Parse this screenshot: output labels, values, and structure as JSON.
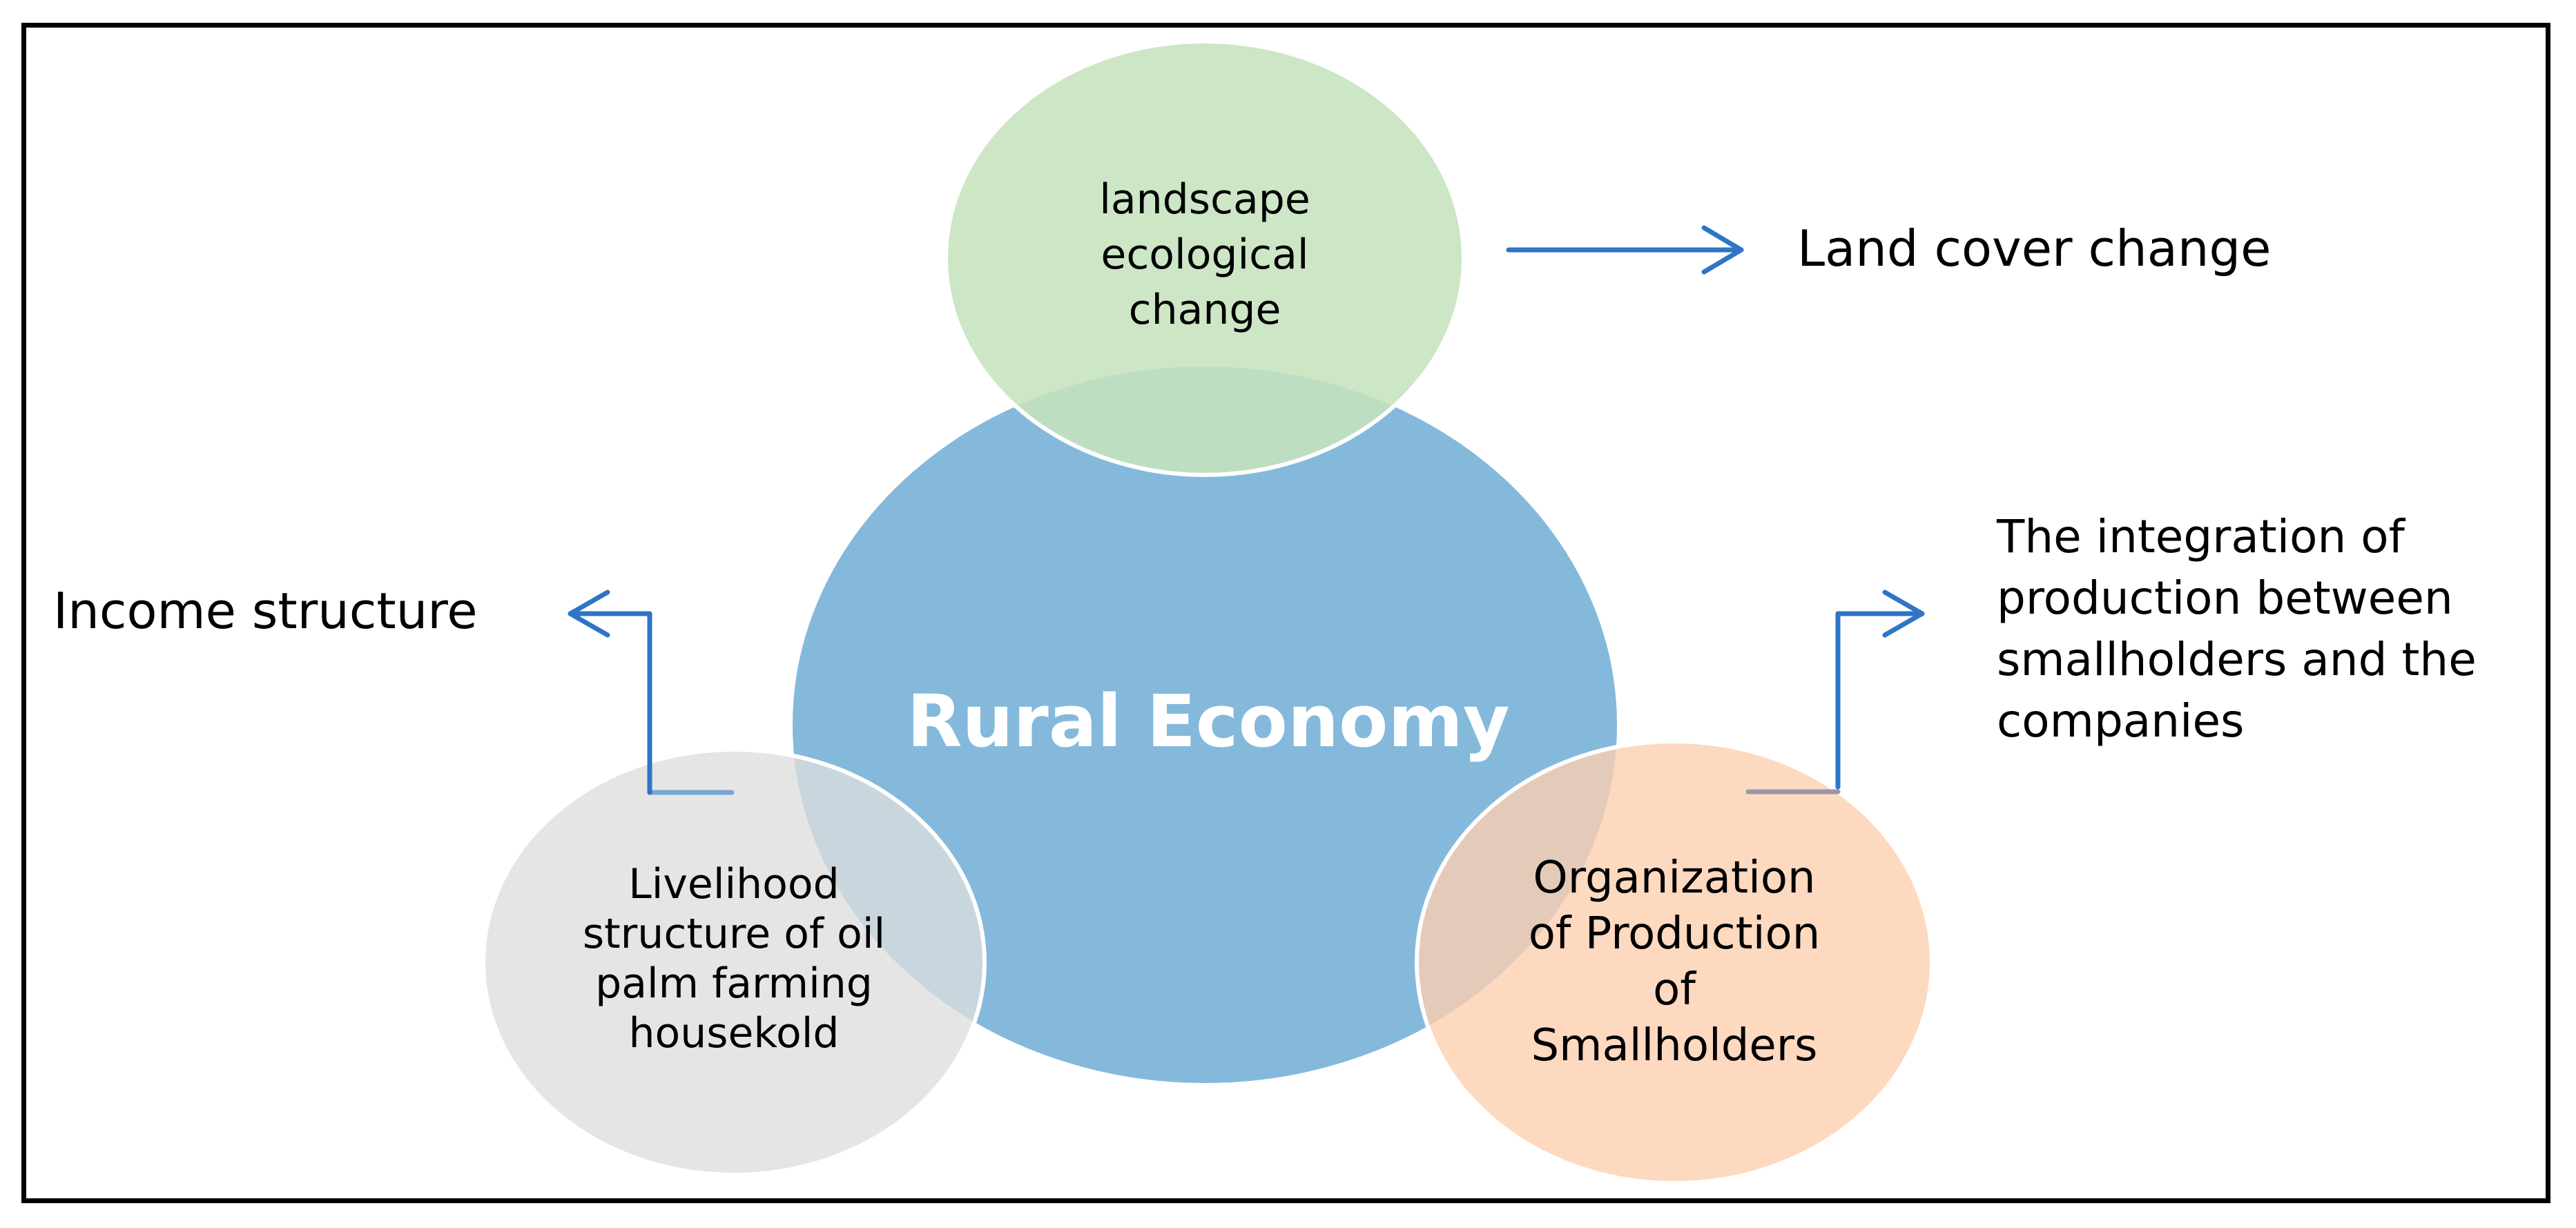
{
  "center": {
    "label": "Rural Economy",
    "fill": "#84B9DC",
    "text_color": "#ffffff"
  },
  "top_circle": {
    "label": "landscape\necological\nchange",
    "fill": "#CDE8C8"
  },
  "left_circle": {
    "label": "Livelihood\nstructure of oil\npalm farming\nhousekold",
    "fill": "#E4E4E4"
  },
  "right_circle": {
    "label": "Organization\nof Production\nof\nSmallholders",
    "fill": "#FCD5BC"
  },
  "outputs": {
    "land_cover": "Land cover change",
    "income": "Income structure",
    "integration": "The integration of\nproduction between\nsmallholders and the\ncompanies"
  },
  "colors": {
    "arrow": "#2E75C6",
    "frame": "#000000"
  }
}
